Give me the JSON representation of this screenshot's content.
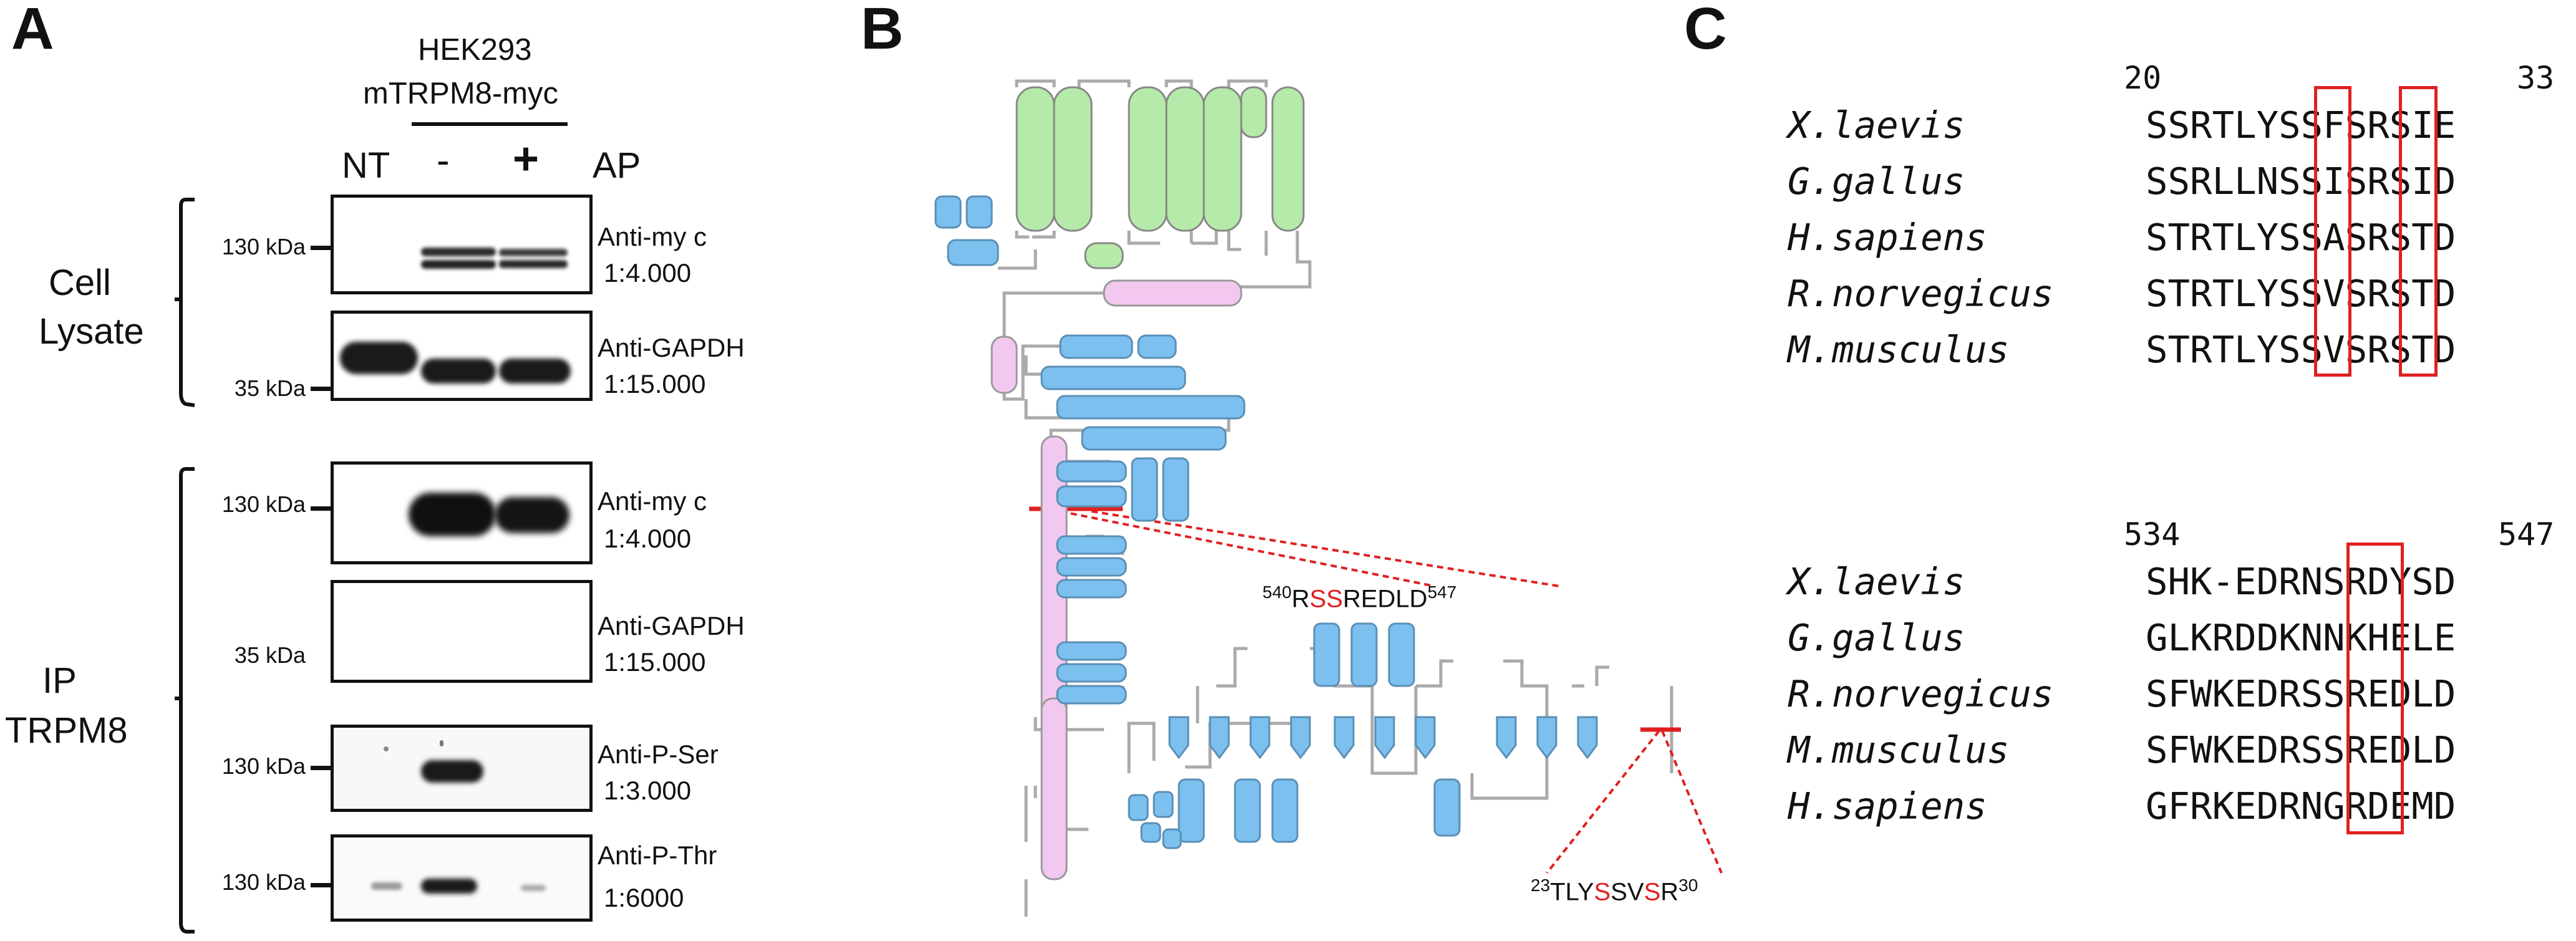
{
  "panels": {
    "A": "A",
    "B": "B",
    "C": "C"
  },
  "panel_a": {
    "cell_line": "HEK293",
    "construct": "mTRPM8-myc",
    "lanes": [
      "NT",
      "-",
      "+"
    ],
    "lane_treatment": "AP",
    "groups": [
      {
        "label_line1": "Cell",
        "label_line2": "Lysate"
      },
      {
        "label_line1": "IP",
        "label_line2": "TRPM8"
      }
    ],
    "blots": [
      {
        "marker": "130  kDa",
        "antibody": "Anti-my c",
        "dilution": "1:4.000"
      },
      {
        "marker": "35  kDa",
        "antibody": "Anti-GAPDH",
        "dilution": "1:15.000"
      },
      {
        "marker": "130  kDa",
        "antibody": "Anti-my c",
        "dilution": "1:4.000"
      },
      {
        "marker": "35  kDa",
        "antibody": "Anti-GAPDH",
        "dilution": "1:15.000"
      },
      {
        "marker": "130  kDa",
        "antibody": "Anti-P-Ser",
        "dilution": "1:3.000"
      },
      {
        "marker": "130  kDa",
        "antibody": "Anti-P-Thr",
        "dilution": "1:6000"
      }
    ]
  },
  "panel_b": {
    "site1": {
      "start": "540",
      "pre": "R",
      "red": "SS",
      "post": "REDLD",
      "end": "547"
    },
    "site2": {
      "start": "23",
      "pre": "TLY",
      "red1": "S",
      "mid": "SV",
      "red2": "S",
      "post": "R",
      "end": "30"
    },
    "colors": {
      "green": "#b6eaaa",
      "blue": "#7cc0f0",
      "pink": "#f2c8f0",
      "grey": "#aaaaaa",
      "red": "#e02020"
    }
  },
  "panel_c": {
    "top": {
      "start": "20",
      "end": "33",
      "rows": [
        {
          "species": "X.laevis",
          "seq": "SSRTLYSSFSRSIE"
        },
        {
          "species": "G.gallus",
          "seq": "SSRLLNSSISRSID"
        },
        {
          "species": "H.sapiens",
          "seq": "STRTLYSSASRSTD"
        },
        {
          "species": "R.norvegicus",
          "seq": "STRTLYSSVSRSTD"
        },
        {
          "species": "M.musculus",
          "seq": "STRTLYSSVSRSTD"
        }
      ]
    },
    "bottom": {
      "start": "534",
      "end": "547",
      "rows": [
        {
          "species": "X.laevis",
          "seq": "SHK-EDRNSRDYSD"
        },
        {
          "species": "G.gallus",
          "seq": "GLKRDDKNNKHELE"
        },
        {
          "species": "R.norvegicus",
          "seq": "SFWKEDRSSREDLD"
        },
        {
          "species": "M.musculus",
          "seq": "SFWKEDRSSREDLD"
        },
        {
          "species": "H.sapiens",
          "seq": "GFRKEDRNGRDEMD"
        }
      ]
    }
  }
}
